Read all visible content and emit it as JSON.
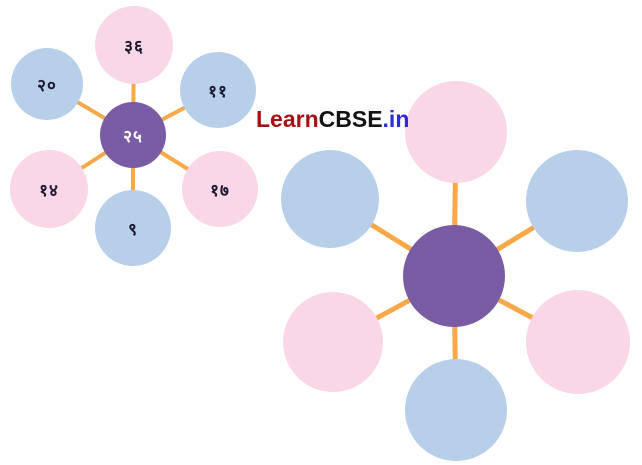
{
  "logo": {
    "learn": "Learn",
    "cbse": "CBSE",
    "tld": ".in"
  },
  "colors": {
    "petal_pink": "#F9D7E6",
    "petal_blue": "#B8CFEA",
    "center_purple": "#7A5CA5",
    "connector_orange": "#F8A848",
    "number_ink": "#1F1A33",
    "center_number_white": "#FFFFFF",
    "logo_learn_red": "#A61111",
    "logo_cbse_black": "#131313",
    "logo_in_blue": "#2B2BDB"
  },
  "left_diagram": {
    "center": {
      "label": "२५",
      "value": 25,
      "fill": "purple"
    },
    "nodes": [
      {
        "position": "top",
        "label": "३६",
        "value": 36,
        "fill": "pink"
      },
      {
        "position": "top-right",
        "label": "११",
        "value": 11,
        "fill": "blue"
      },
      {
        "position": "bottom-right",
        "label": "१७",
        "value": 17,
        "fill": "pink"
      },
      {
        "position": "bottom",
        "label": "९",
        "value": 9,
        "fill": "blue"
      },
      {
        "position": "bottom-left",
        "label": "१४",
        "value": 14,
        "fill": "pink"
      },
      {
        "position": "top-left",
        "label": "२०",
        "value": 20,
        "fill": "blue"
      }
    ]
  },
  "right_diagram": {
    "center": {
      "label": "",
      "fill": "purple"
    },
    "nodes": [
      {
        "position": "top",
        "label": "",
        "fill": "pink"
      },
      {
        "position": "top-right",
        "label": "",
        "fill": "blue"
      },
      {
        "position": "bottom-right",
        "label": "",
        "fill": "pink"
      },
      {
        "position": "bottom",
        "label": "",
        "fill": "blue"
      },
      {
        "position": "bottom-left",
        "label": "",
        "fill": "pink"
      },
      {
        "position": "top-left",
        "label": "",
        "fill": "blue"
      }
    ]
  }
}
